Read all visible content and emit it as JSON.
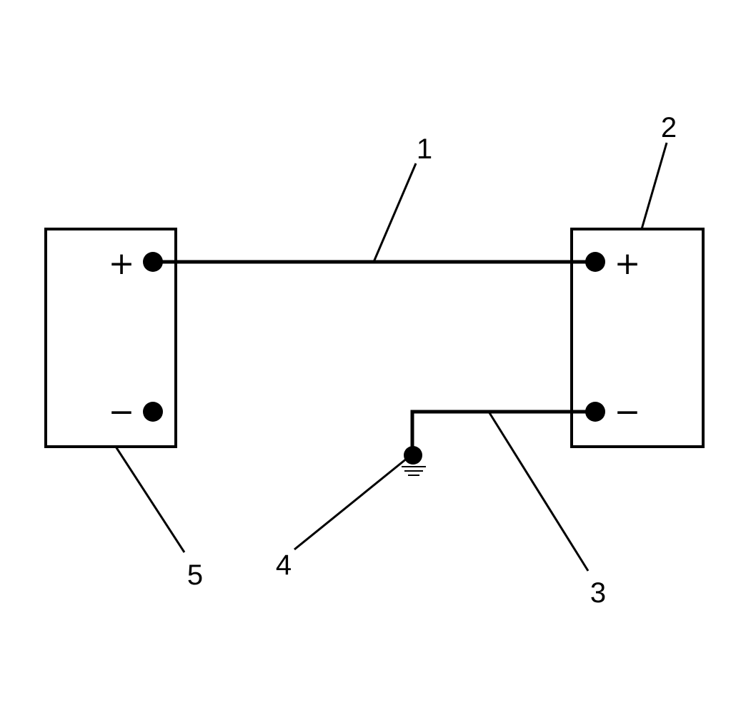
{
  "colors": {
    "stroke": "#000000",
    "background": "#ffffff"
  },
  "diagram": {
    "left_battery": {
      "callout": "5",
      "positive_sign": "+",
      "negative_sign": "−"
    },
    "right_battery": {
      "callout": "2",
      "positive_sign": "+",
      "negative_sign": "−"
    },
    "positive_cable": {
      "callout": "1"
    },
    "negative_cable": {
      "callout": "3"
    },
    "ground_point": {
      "callout": "4",
      "icon": "ground-icon"
    }
  }
}
